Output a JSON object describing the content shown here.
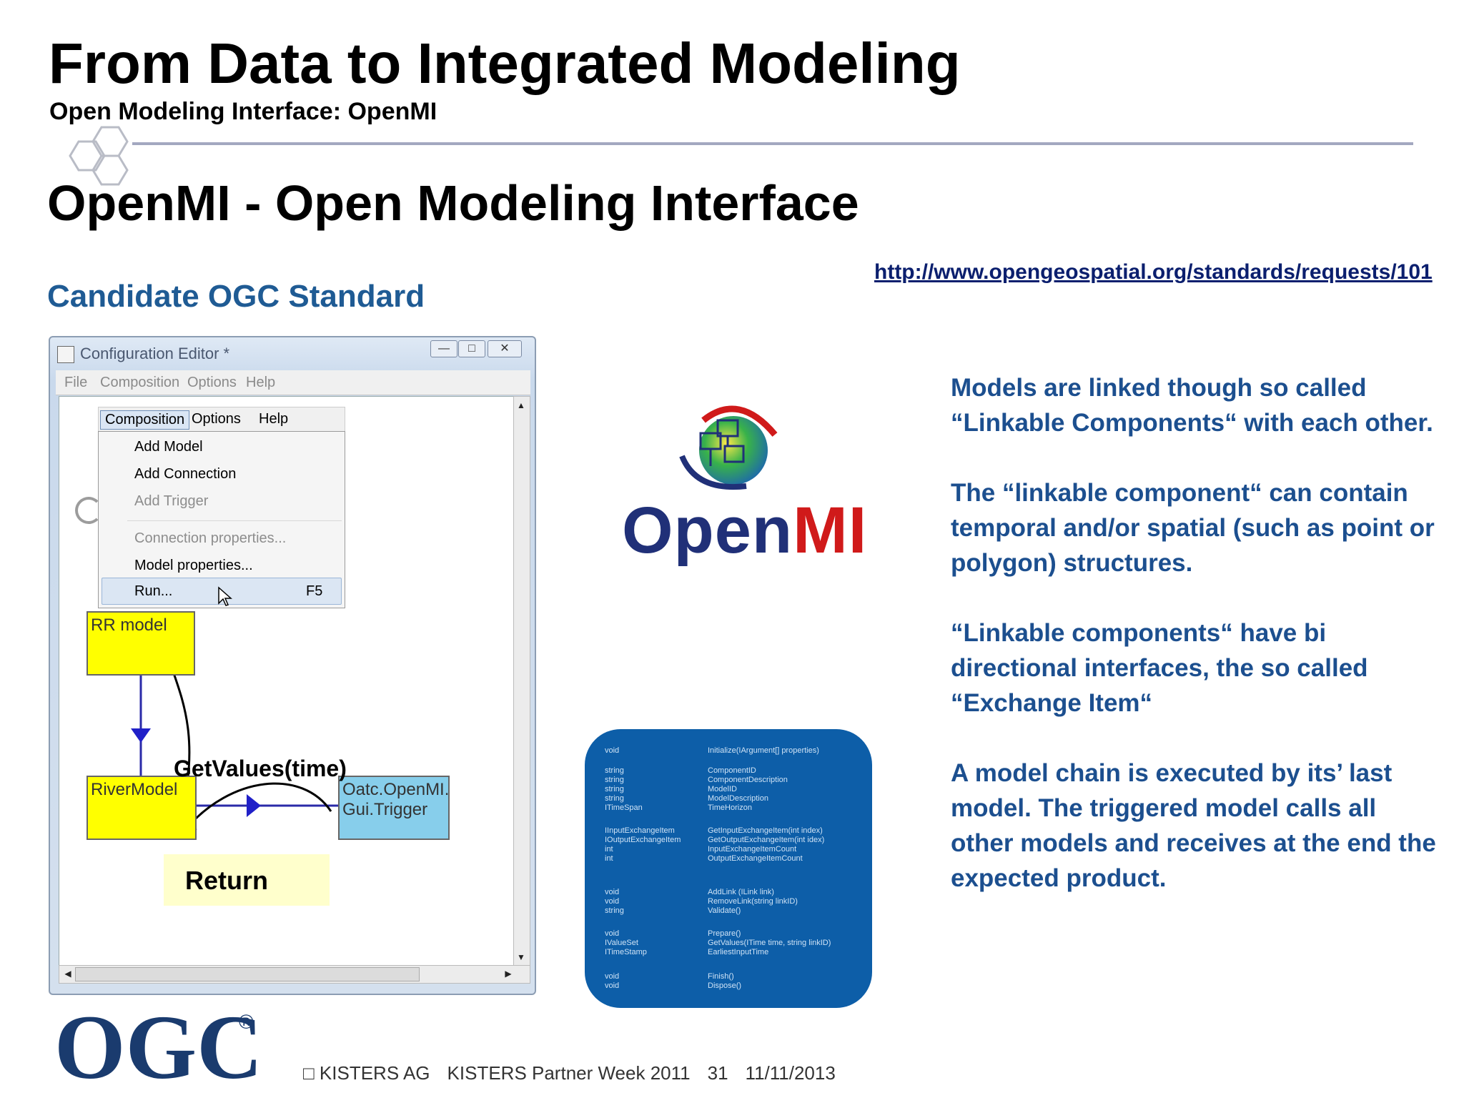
{
  "slide": {
    "title": "From Data to Integrated Modeling",
    "subtitle": "Open Modeling Interface: OpenMI",
    "heading": "OpenMI - Open Modeling Interface",
    "candidate": "Candidate OGC Standard",
    "url": "http://www.opengeospatial.org/standards/requests/101"
  },
  "editor": {
    "window_title": "Configuration Editor *",
    "menubar": [
      "File",
      "Composition",
      "Options",
      "Help"
    ],
    "dropdown_bar": [
      "Composition",
      "Options",
      "Help"
    ],
    "menu_items": {
      "add_model": "Add Model",
      "add_connection": "Add Connection",
      "add_trigger": "Add Trigger",
      "connection_properties": "Connection properties...",
      "model_properties": "Model properties...",
      "run": "Run...",
      "run_shortcut": "F5"
    },
    "models": {
      "rr": "RR model",
      "river": "RiverModel",
      "trigger_line1": "Oatc.OpenMI.",
      "trigger_line2": "Gui.Trigger"
    },
    "get_values": "GetValues(time)",
    "return": "Return"
  },
  "logo": {
    "open": "Open",
    "mi": "MI"
  },
  "body": [
    "Models are linked though so called “Linkable Components“ with each other.",
    "The “linkable component“ can contain temporal and/or spatial (such as point or polygon) structures.",
    "“Linkable components“ have bi directional interfaces, the so called “Exchange Item“",
    "A model chain is executed by its’ last model. The triggered model calls all other models and receives at the end the expected product."
  ],
  "footer": {
    "ogc": "OGC",
    "reg": "®",
    "company": "□ KISTERS AG",
    "event": "KISTERS Partner Week 2011",
    "page": "31",
    "date": "11/11/2013"
  },
  "colors": {
    "heading_blue": "#1f5b94",
    "body_blue": "#1c4f8f",
    "model_yellow": "#ffff00",
    "trigger_blue": "#87ceeb",
    "codebox_blue": "#0d5ea8",
    "ogc_navy": "#1a3b6e"
  }
}
